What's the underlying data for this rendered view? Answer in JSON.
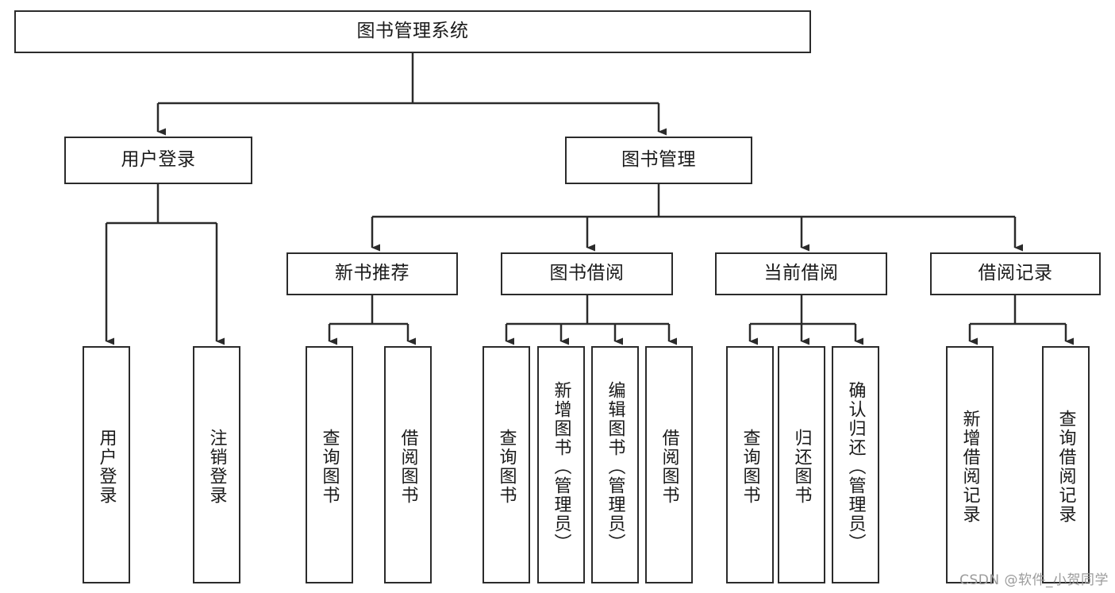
{
  "diagram": {
    "title": "图书管理系统",
    "watermark": "CSDN @软件_小贺同学",
    "line_color": "#2b2b2b",
    "box_fill": "#ffffff",
    "text_color": "#1a1a1a",
    "watermark_color": "#9b9b9b",
    "levels": {
      "root": {
        "label": "图书管理系统"
      },
      "level2": [
        {
          "label": "用户登录"
        },
        {
          "label": "图书管理"
        }
      ],
      "level3": [
        {
          "label": "新书推荐"
        },
        {
          "label": "图书借阅"
        },
        {
          "label": "当前借阅"
        },
        {
          "label": "借阅记录"
        }
      ],
      "leaves": {
        "user_login": [
          {
            "label": "用户登录"
          },
          {
            "label": "注销登录"
          }
        ],
        "new_book_recommend": [
          {
            "label": "查询图书"
          },
          {
            "label": "借阅图书"
          }
        ],
        "book_borrow": [
          {
            "label": "查询图书"
          },
          {
            "label": "新增图书（管理员）"
          },
          {
            "label": "编辑图书（管理员）"
          },
          {
            "label": "借阅图书"
          }
        ],
        "current_borrow": [
          {
            "label": "查询图书"
          },
          {
            "label": "归还图书"
          },
          {
            "label": "确认归还（管理员）"
          }
        ],
        "borrow_record": [
          {
            "label": "新增借阅记录"
          },
          {
            "label": "查询借阅记录"
          }
        ]
      }
    }
  }
}
